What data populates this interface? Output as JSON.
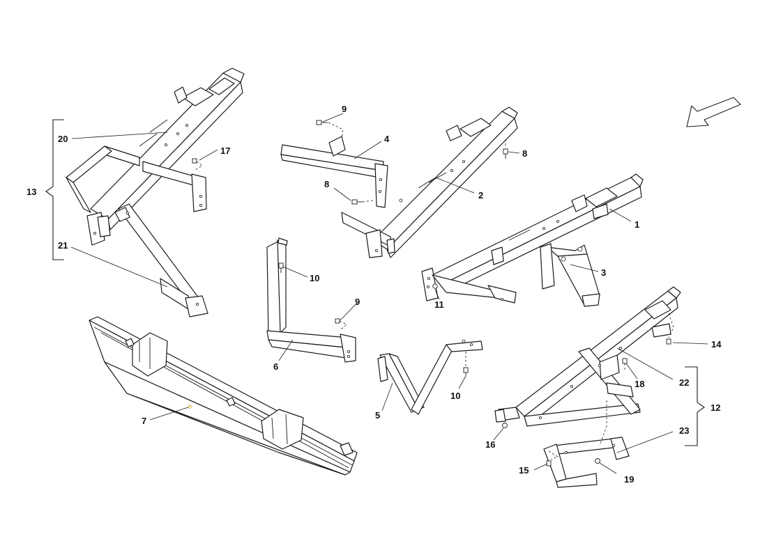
{
  "diagram": {
    "callouts": {
      "c1": "1",
      "c2": "2",
      "c3": "3",
      "c4": "4",
      "c5": "5",
      "c6": "6",
      "c7": "7",
      "c8a": "8",
      "c8b": "8",
      "c9a": "9",
      "c9b": "9",
      "c10a": "10",
      "c10b": "10",
      "c11": "11",
      "c12": "12",
      "c13": "13",
      "c14": "14",
      "c15": "15",
      "c16": "16",
      "c17": "17",
      "c18": "18",
      "c19": "19",
      "c20": "20",
      "c21": "21",
      "c22": "22",
      "c23": "23"
    },
    "icons": {
      "direction": "front-direction-arrow-icon",
      "bolt": "bolt-icon",
      "brace": "group-brace-icon"
    },
    "colors": {
      "line": "#1a1a1a",
      "background": "#ffffff",
      "marker": "#f1e9a0"
    }
  }
}
